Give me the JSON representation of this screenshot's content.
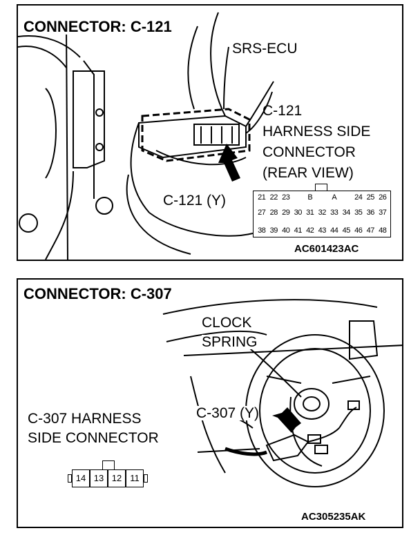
{
  "top_panel": {
    "header": "CONNECTOR: C-121",
    "srs_ecu_label": "SRS-ECU",
    "harness_label_lines": [
      "C-121",
      "HARNESS SIDE",
      "CONNECTOR",
      "(REAR VIEW)"
    ],
    "connector_tag": "C-121 (Y)",
    "pin_row_1": [
      "21",
      "22",
      "23",
      "B",
      "A",
      "24",
      "25",
      "26"
    ],
    "pin_row_2": [
      "27",
      "28",
      "29",
      "30",
      "31",
      "32",
      "33",
      "34",
      "35",
      "36",
      "37"
    ],
    "pin_row_3": [
      "38",
      "39",
      "40",
      "41",
      "42",
      "43",
      "44",
      "45",
      "46",
      "47",
      "48"
    ],
    "figure_code": "AC601423AC"
  },
  "bottom_panel": {
    "header": "CONNECTOR: C-307",
    "clock_spring_lines": [
      "CLOCK",
      "SPRING"
    ],
    "connector_tag": "C-307 (Y)",
    "harness_label_lines": [
      "C-307 HARNESS",
      "SIDE CONNECTOR"
    ],
    "pins": [
      "14",
      "13",
      "12",
      "11"
    ],
    "figure_code": "AC305235AK"
  }
}
